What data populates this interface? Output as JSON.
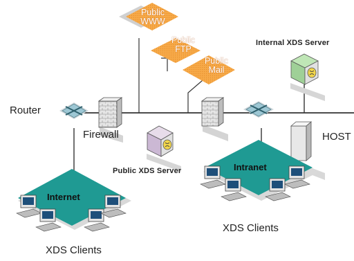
{
  "labels": {
    "router": "Router",
    "firewall": "Firewall",
    "host": "HOST",
    "public_xds_server": "Public XDS Server",
    "internal_xds_server": "Internal XDS Server",
    "internet": "Internet",
    "intranet": "Intranet",
    "xds_clients_left": "XDS Clients",
    "xds_clients_right": "XDS Clients"
  },
  "public_services": [
    {
      "line1": "Public",
      "line2": "WWW"
    },
    {
      "line1": "Public",
      "line2": "FTP"
    },
    {
      "line1": "Public",
      "line2": "Mail"
    }
  ],
  "colors": {
    "orange": "#f4a13f",
    "teal": "#1f9a93",
    "gray_shadow": "#d8d8d8",
    "line": "#222222",
    "server_face": "#e7e7e7",
    "green_server": "#a8d9a0",
    "purple_server": "#d8c6df"
  }
}
